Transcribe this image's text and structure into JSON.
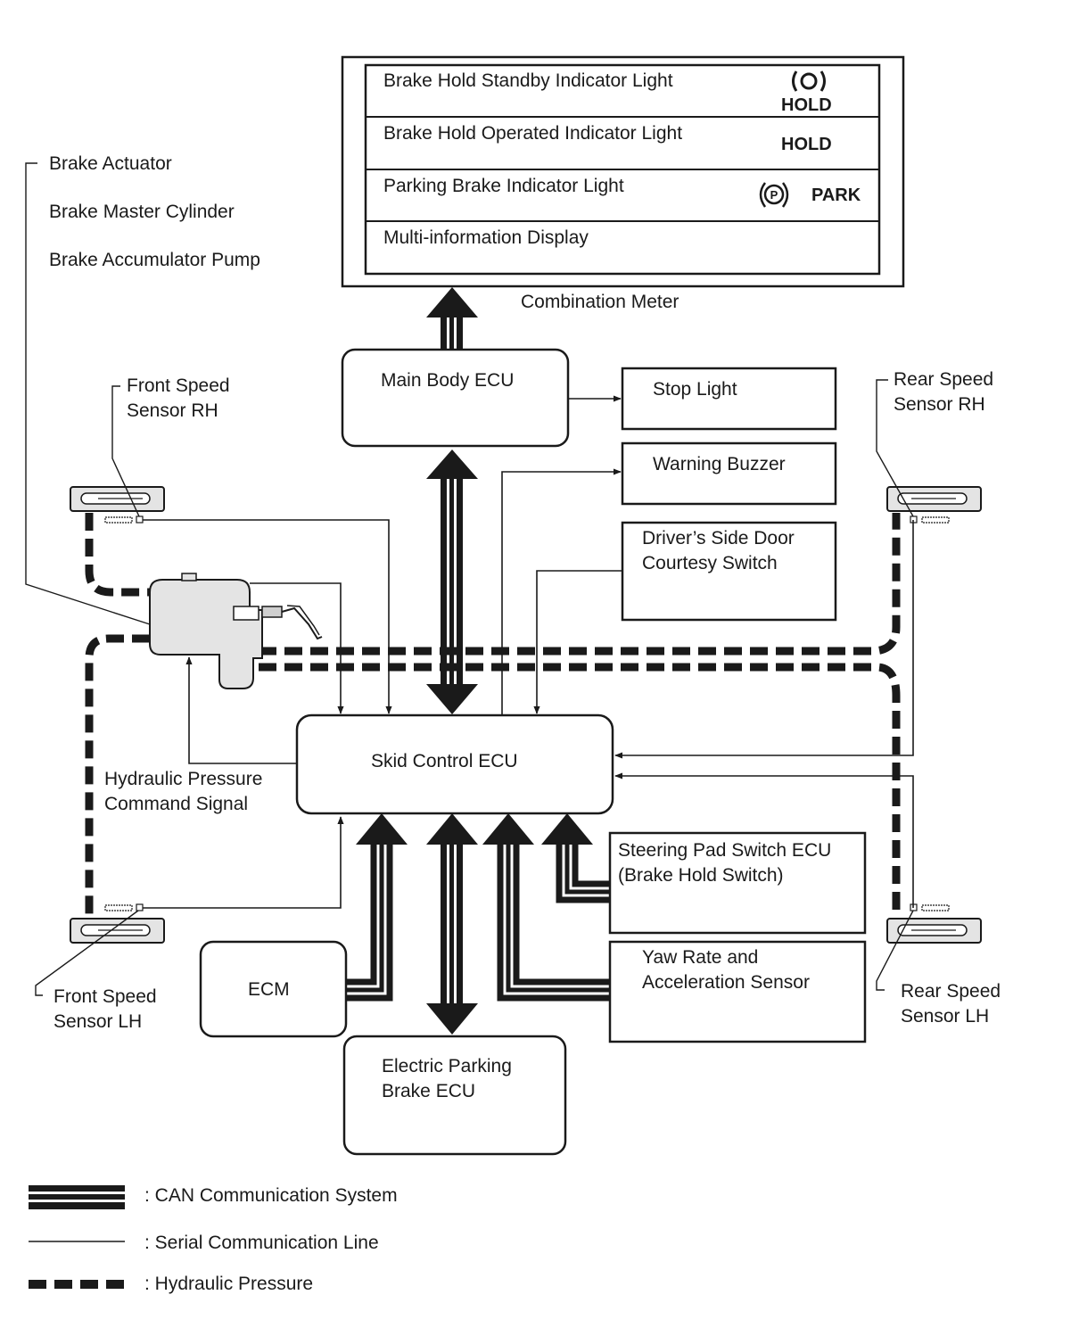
{
  "combination_meter": {
    "title": "Combination Meter",
    "rows": [
      {
        "label": "Brake Hold Standby Indicator Light",
        "symbol": "HOLD"
      },
      {
        "label": "Brake Hold Operated Indicator Light",
        "symbol": "HOLD"
      },
      {
        "label": "Parking Brake Indicator Light",
        "symbol": "PARK"
      },
      {
        "label": "Multi-information Display",
        "symbol": ""
      }
    ]
  },
  "brake_group": {
    "actuator": "Brake Actuator",
    "master_cylinder": "Brake Master Cylinder",
    "accumulator_pump": "Brake Accumulator Pump"
  },
  "ecus": {
    "main_body": "Main Body ECU",
    "skid_control": "Skid Control ECU",
    "ecm": "ECM",
    "epb": "Electric Parking\nBrake ECU"
  },
  "outputs": {
    "stop_light": "Stop Light",
    "warning_buzzer": "Warning Buzzer",
    "door_switch": "Driver’s Side Door\nCourtesy Switch"
  },
  "inputs": {
    "steering_pad": "Steering Pad Switch ECU\n(Brake Hold Switch)",
    "yaw_rate": "Yaw Rate and\nAcceleration Sensor"
  },
  "sensors": {
    "front_rh": "Front Speed\nSensor RH",
    "front_lh": "Front Speed\nSensor LH",
    "rear_rh": "Rear Speed\nSensor RH",
    "rear_lh": "Rear Speed\nSensor LH"
  },
  "signals": {
    "hydraulic_command": "Hydraulic Pressure\nCommand Signal"
  },
  "legend": [
    {
      "kind": "can",
      "label": ": CAN Communication System"
    },
    {
      "kind": "serial",
      "label": ": Serial Communication Line"
    },
    {
      "kind": "hydraulic",
      "label": ": Hydraulic Pressure"
    }
  ]
}
